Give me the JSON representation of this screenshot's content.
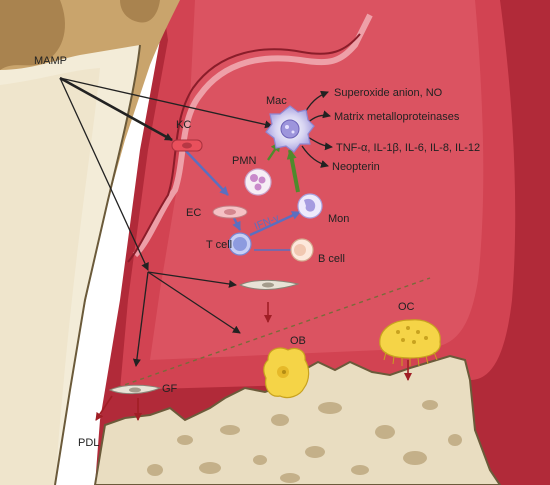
{
  "labels": {
    "mamp": "MAMP",
    "kc": "KC",
    "pmn": "PMN",
    "ec": "EC",
    "tcell": "T cell",
    "ifn": "IFN-γ",
    "mon": "Mon",
    "bcell": "B cell",
    "mac": "Mac",
    "oc": "OC",
    "ob": "OB",
    "gf": "GF",
    "pdl": "PDL"
  },
  "mac_outputs": [
    "Superoxide anion, NO",
    "Matrix metalloproteinases",
    "TNF-α, IL-1β, IL-6, IL-8, IL-12",
    "Neopterin"
  ],
  "colors": {
    "gum_dark": "#b12a39",
    "gum_mid": "#d24352",
    "gum_light": "#e06070",
    "tooth": "#f3ecd8",
    "enamel_top": "#c9a46c",
    "bone": "#e9ddc1",
    "bone_spot": "#c4b089",
    "blue_arrow": "#5b6fc0",
    "green_arrow": "#4f8a2c",
    "red_arrow": "#a01e25"
  }
}
